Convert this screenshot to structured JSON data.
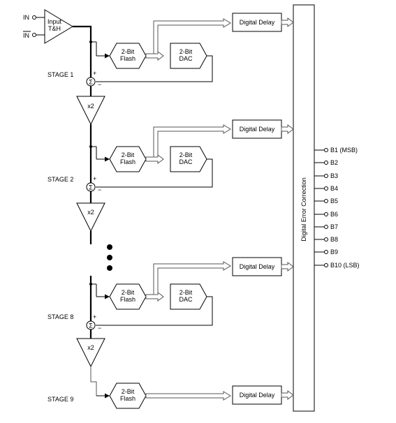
{
  "inputs": {
    "in": "IN",
    "in_bar": "IN"
  },
  "input_th": {
    "line1": "Input",
    "line2": "T&H"
  },
  "flash": {
    "line1": "2-Bit",
    "line2": "Flash"
  },
  "dac": {
    "line1": "2-Bit",
    "line2": "DAC"
  },
  "amp_label": "x2",
  "sum_label": "Σ",
  "plus": "+",
  "minus": "−",
  "delay_label": "Digital Delay",
  "correction_label": "Digital Error Correction",
  "stages": [
    "STAGE 1",
    "STAGE 2",
    "STAGE 8",
    "STAGE 9"
  ],
  "outputs": [
    "B1  (MSB)",
    "B2",
    "B3",
    "B4",
    "B5",
    "B6",
    "B7",
    "B8",
    "B9",
    "B10  (LSB)"
  ]
}
